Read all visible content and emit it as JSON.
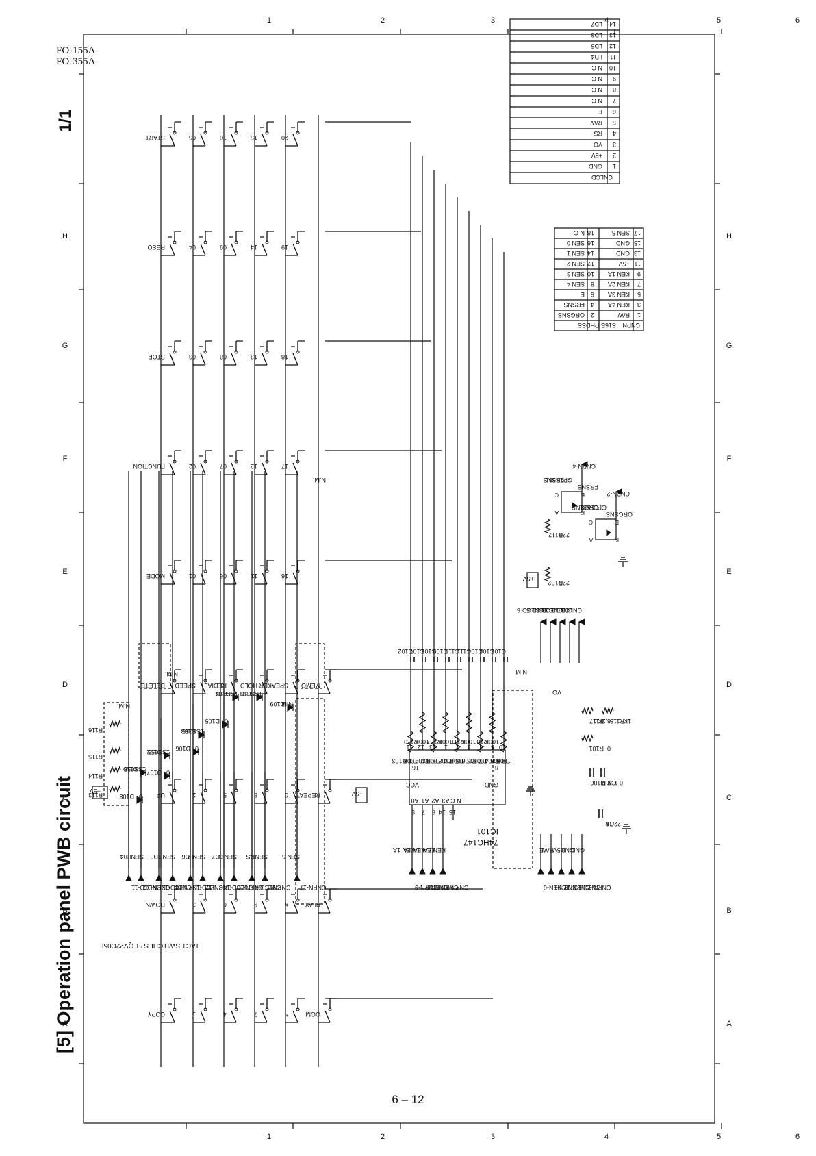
{
  "header": {
    "model_1": "FO-155A",
    "model_2": "FO-355A"
  },
  "sheet": {
    "title": "[5] Operation panel PWB circuit",
    "page": "1/1",
    "footer": "6 – 12"
  },
  "border": {
    "cols": [
      "6",
      "5",
      "4",
      "3",
      "2",
      "1"
    ],
    "rows": [
      "A",
      "B",
      "C",
      "D",
      "E",
      "F",
      "G",
      "H"
    ]
  },
  "switch_note": "TACT SWITCHES : EQV22C05E",
  "keypad": {
    "rows": [
      [
        "COPY",
        "DOWN",
        "UP",
        "DELETE",
        "MODE",
        "FUNCTION",
        "STOP",
        "RESO",
        "START"
      ],
      [
        "1",
        "3",
        "2",
        "SPEED",
        "01",
        "02",
        "03",
        "04",
        "05"
      ],
      [
        "4",
        "6",
        "5",
        "REDIAL",
        "06",
        "07",
        "08",
        "09",
        "10"
      ],
      [
        "7",
        "9",
        "8",
        "HOLD",
        "11",
        "12",
        "13",
        "14",
        "15"
      ],
      [
        "*",
        "#",
        "0",
        "SPEAKER",
        "16",
        "17",
        "18",
        "19",
        "20"
      ],
      [
        "OGM",
        "PLAY",
        "REPEAT",
        "MEMO",
        "",
        "",
        "",
        "",
        ""
      ]
    ],
    "nm": "N.M."
  },
  "left_parts": [
    "R113",
    "R114",
    "R115",
    "R116",
    "D108",
    "D110",
    "D107",
    "D102",
    "D106",
    "D103",
    "D105",
    "D104",
    "D101",
    "D109"
  ],
  "left_part_values": [
    "0",
    "0",
    "1SS355",
    "1SS355",
    "0",
    "0",
    "1SS355",
    "1SS355",
    "0",
    "1SS355",
    "1SS355"
  ],
  "bottom_signals": [
    {
      "net": "LD4",
      "conn": "CNLCD-11"
    },
    {
      "net": "SEN 0",
      "conn": "CNPN-16"
    },
    {
      "net": "LD5",
      "conn": "CNLCD-12"
    },
    {
      "net": "SEN 1",
      "conn": "CNPN-14"
    },
    {
      "net": "LD6",
      "conn": "CNLCD-13"
    },
    {
      "net": "SEN 2",
      "conn": "CNPN-12"
    },
    {
      "net": "LD7",
      "conn": "CNLCD-14"
    },
    {
      "net": "SEN 3",
      "conn": "CNPN-10"
    },
    {
      "net": "RS",
      "conn": "CNLCD-4"
    },
    {
      "net": "SEN 4",
      "conn": "CNPN-8"
    },
    {
      "net": "SEN 5",
      "conn": "CNPN-17"
    }
  ],
  "ic": {
    "ref": "IC101",
    "part": "74HC147",
    "inputs": [
      "D1",
      "D2",
      "D3",
      "D4",
      "D5",
      "D6",
      "D7",
      "D8",
      "D9"
    ],
    "input_pins": [
      "11",
      "12",
      "13",
      "1",
      "2",
      "3",
      "4",
      "5",
      "10"
    ],
    "outputs": [
      "A0",
      "A1",
      "A2",
      "A3",
      "N.C"
    ],
    "output_pins": [
      "9",
      "7",
      "6",
      "14",
      "15"
    ],
    "vcc": "VCC",
    "vcc_pin": "16",
    "gnd": "GND",
    "gnd_pin": "8",
    "supply": "+5V"
  },
  "ic_out_signals": [
    {
      "net": "KEN 1A",
      "conn": "CNPN-9"
    },
    {
      "net": "KEN 2A",
      "conn": "CNPN-7"
    },
    {
      "net": "KEN 3A",
      "conn": "CNPN-5"
    },
    {
      "net": "KEN 4A",
      "conn": "CNPN-3"
    }
  ],
  "resistors": [
    {
      "ref": "R103",
      "val": "100K"
    },
    {
      "ref": "R110",
      "val": "100K"
    },
    {
      "ref": "R109",
      "val": "100K"
    },
    {
      "ref": "R107",
      "val": "100K"
    },
    {
      "ref": "R108",
      "val": "100K"
    },
    {
      "ref": "R111",
      "val": "100K"
    },
    {
      "ref": "R106",
      "val": "100K"
    },
    {
      "ref": "R105",
      "val": "100K"
    },
    {
      "ref": "R104",
      "val": "100K"
    }
  ],
  "caps": [
    "C102",
    "C107",
    "C108",
    "C109",
    "C110",
    "C111",
    "C104",
    "C103",
    "C105"
  ],
  "lcd_data": [
    "CNLCD-6",
    "CNLCD-5",
    "CNLCD-3",
    "CNLCD-2",
    "CNLCD-1"
  ],
  "lcd_ctrl": [
    {
      "net": "E",
      "conn": "CNPN-6"
    },
    {
      "net": "R/W",
      "conn": "CNPN-1"
    },
    {
      "net": "+5V",
      "conn": "CNPN-11"
    },
    {
      "net": "GND",
      "conn": "CNPN-13"
    },
    {
      "net": "GND",
      "conn": "CNPN-15"
    }
  ],
  "vo": {
    "net": "VO",
    "parts": [
      {
        "ref": "R117",
        "val": "6.2K"
      },
      {
        "ref": "R118",
        "val": "1K"
      },
      {
        "ref": "R101",
        "val": "0"
      },
      {
        "ref": "C106",
        "val": "N.M."
      },
      {
        "ref": "C112",
        "val": "0.1"
      },
      {
        "ref": "C1",
        "val": "22/16"
      }
    ]
  },
  "sensors": {
    "supply": "+5V",
    "resistors": [
      {
        "ref": "R112",
        "val": "220"
      },
      {
        "ref": "R102",
        "val": "220"
      }
    ],
    "parts": [
      {
        "net": "FRSNS",
        "ref": "FRSNS",
        "part": "GP1S581",
        "conn": "CNPN-4"
      },
      {
        "net": "ORGSNS",
        "ref": "ORGSNS",
        "part": "GP1S581",
        "conn": "CNPN-2"
      }
    ],
    "pins": [
      "A",
      "K",
      "C",
      "E"
    ]
  },
  "cnlcd_table": {
    "title": "CNLCD",
    "rows": [
      [
        "1",
        "GND"
      ],
      [
        "2",
        "+5V"
      ],
      [
        "3",
        "VO"
      ],
      [
        "4",
        "RS"
      ],
      [
        "5",
        "R/W"
      ],
      [
        "6",
        "E"
      ],
      [
        "7",
        "N C"
      ],
      [
        "8",
        "N C"
      ],
      [
        "9",
        "N C"
      ],
      [
        "10",
        "N C"
      ],
      [
        "11",
        "LD4"
      ],
      [
        "12",
        "LD5"
      ],
      [
        "13",
        "LD6"
      ],
      [
        "14",
        "LD7"
      ]
    ]
  },
  "cnpn_table": {
    "title": "CNPN",
    "title2": "S16B-PHDSS",
    "rows": [
      [
        "1",
        "R/W",
        "2",
        "ORGSNS"
      ],
      [
        "3",
        "KEN 4A",
        "4",
        "FRSNS"
      ],
      [
        "5",
        "KEN 3A",
        "6",
        "E"
      ],
      [
        "7",
        "KEN 2A",
        "8",
        "SEN 4"
      ],
      [
        "9",
        "KEN 1A",
        "10",
        "SEN 3"
      ],
      [
        "11",
        "+5V",
        "12",
        "SEN 2"
      ],
      [
        "13",
        "GND",
        "14",
        "SEN 1"
      ],
      [
        "15",
        "GND",
        "16",
        "SEN 0"
      ],
      [
        "17",
        "SEN 5",
        "18",
        "N C"
      ]
    ]
  },
  "colors": {
    "ink": "#111111",
    "paper": "#ffffff"
  }
}
